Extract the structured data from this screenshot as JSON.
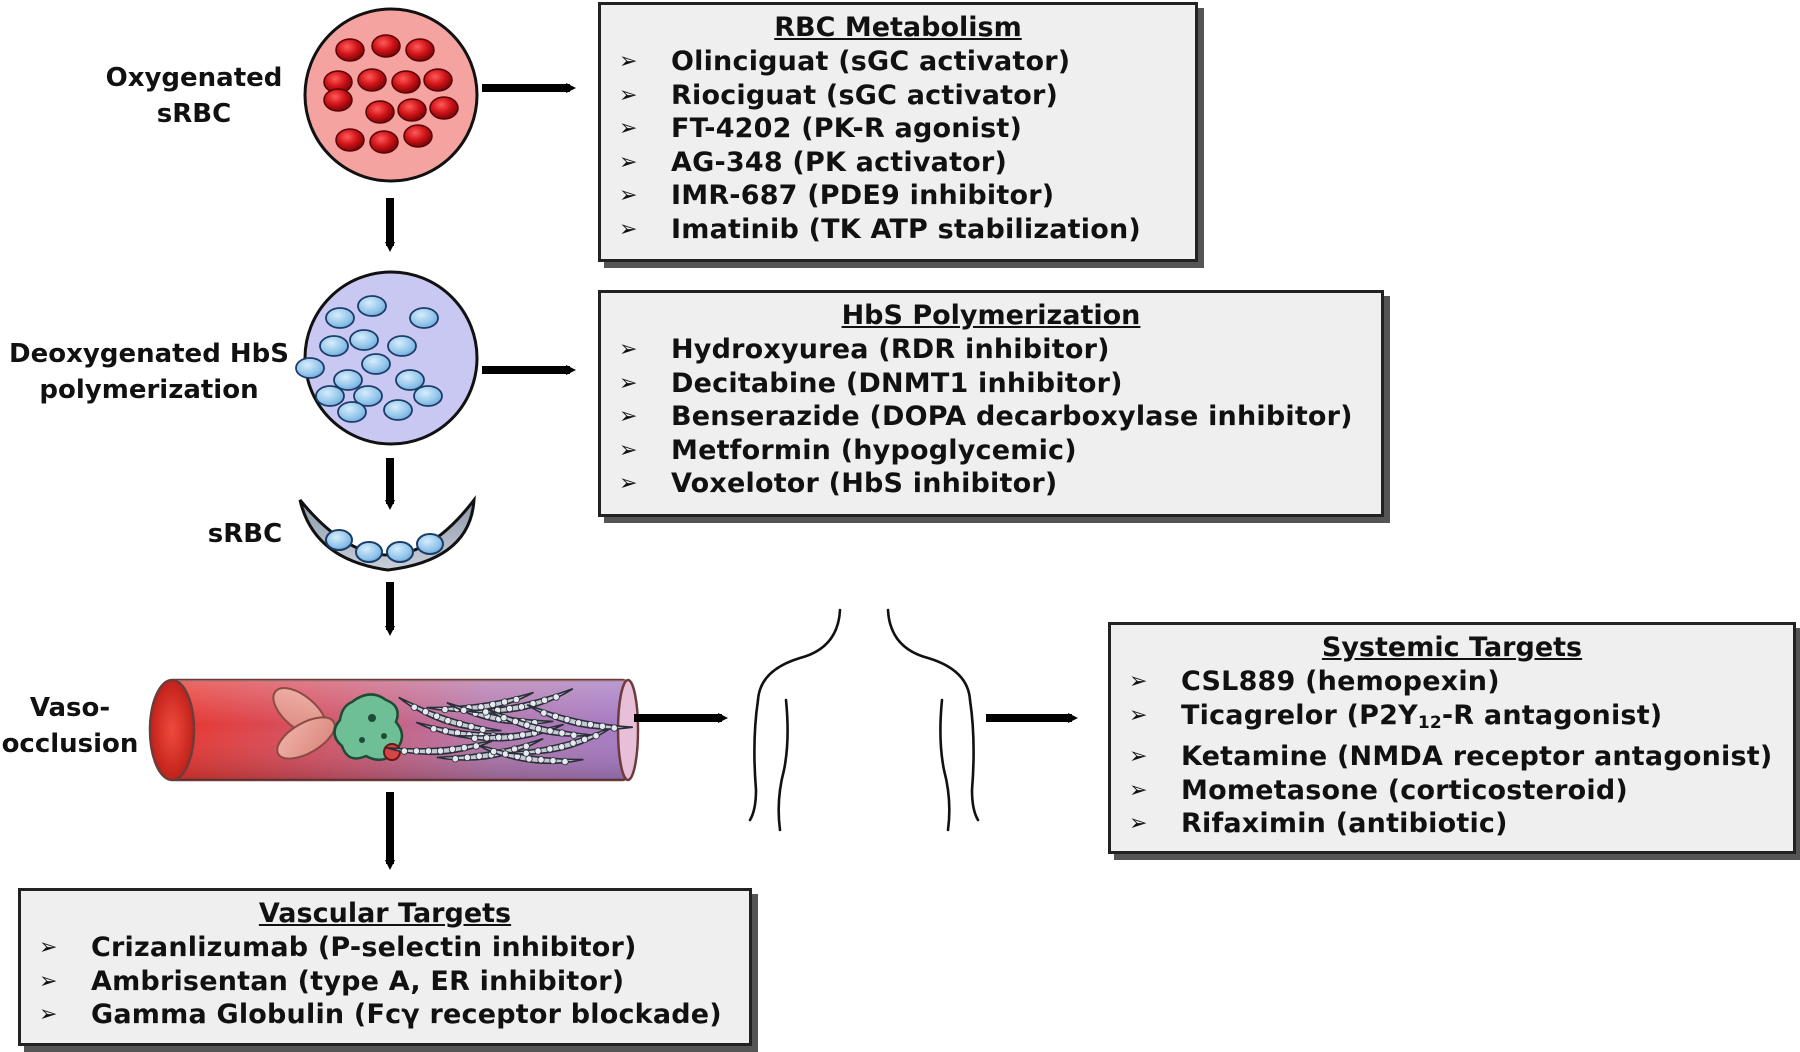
{
  "stages": {
    "oxygenated": "Oxygenated\nsRBC",
    "deoxygenated": "Deoxygenated HbS\npolymerization",
    "srbc": "sRBC",
    "vaso": "Vaso-\nocclusion"
  },
  "bullet_glyph": "➢",
  "boxes": {
    "rbc_metabolism": {
      "title": "RBC Metabolism",
      "items": [
        "Olinciguat (sGC activator)",
        "Riociguat (sGC activator)",
        "FT-4202 (PK-R agonist)",
        "AG-348 (PK activator)",
        "IMR-687 (PDE9 inhibitor)",
        "Imatinib (TK ATP stabilization)"
      ]
    },
    "hbs_polymerization": {
      "title": "HbS Polymerization",
      "items": [
        "Hydroxyurea (RDR inhibitor)",
        "Decitabine (DNMT1 inhibitor)",
        "Benserazide (DOPA decarboxylase inhibitor)",
        "Metformin (hypoglycemic)",
        "Voxelotor (HbS inhibitor)"
      ]
    },
    "systemic_targets": {
      "title": "Systemic Targets",
      "items": [
        "CSL889 (hemopexin)",
        {
          "pre": "Ticagrelor (P2Y",
          "sub": "12",
          "post": "-R antagonist)"
        },
        "Ketamine (NMDA receptor antagonist)",
        "Mometasone (corticosteroid)",
        "Rifaximin (antibiotic)"
      ]
    },
    "vascular_targets": {
      "title": "Vascular Targets",
      "items": [
        "Crizanlizumab (P-selectin inhibitor)",
        "Ambrisentan (type A, ER inhibitor)",
        "Gamma Globulin (Fcγ receptor blockade)"
      ]
    }
  },
  "colors": {
    "oxygenated_cell_fill": "#f4a3a0",
    "oxygenated_dot": "#c80f14",
    "deoxygenated_cell_fill": "#c9c8f3",
    "polymer_dot": "#8fc2e8",
    "box_fill": "#efefef",
    "vessel_red": "#e8342c",
    "vessel_purple": "#a57bc4"
  }
}
